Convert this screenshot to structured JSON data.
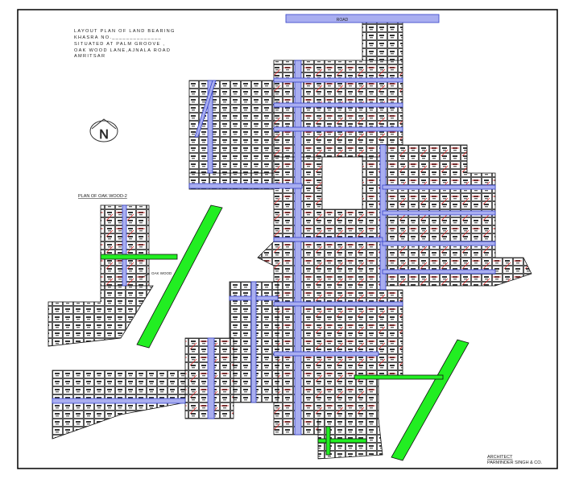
{
  "title": {
    "lines": [
      "LAYOUT PLAN OF LAND BEARING",
      "KHASRA NO.______________",
      "SITUATED AT PALM GROOVE ,",
      "OAK WOOD LANE,AJNALA ROAD",
      "AMRITSAR"
    ]
  },
  "north_arrow": {
    "letter": "N"
  },
  "inset_title": "PLAN OF OAK WOOD-2",
  "road_label": "ROAD",
  "oak_wood_label": "OAK WOOD",
  "architect": {
    "heading": "ARCHITECT",
    "name": "PARMINDER SINGH & CO."
  },
  "colors": {
    "road_blue": "#a9aef0",
    "road_blue_edge": "#3340c8",
    "green_belt": "#22ee22",
    "plot_line": "#111111",
    "plot_red": "#dd2222"
  }
}
